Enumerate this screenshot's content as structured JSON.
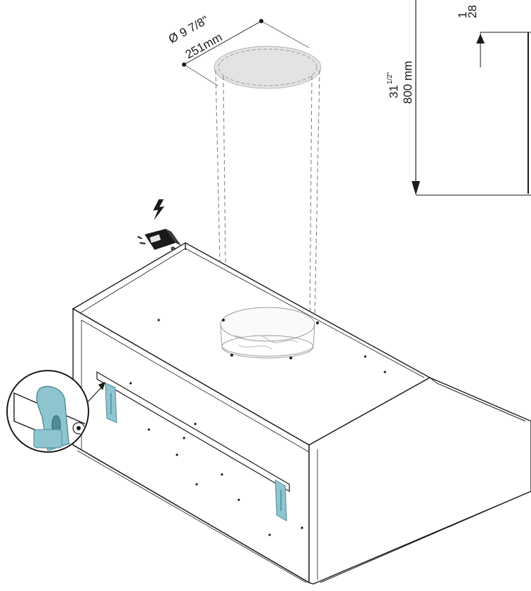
{
  "diameter": {
    "imperial": "Ø 9 7/8\"",
    "metric": "251mm"
  },
  "height": {
    "imperial_whole": "31",
    "imperial_fraction": "1/2\"",
    "metric": "800 mm"
  },
  "cut_dimension": {
    "imperial_partial": "1",
    "metric_partial": "28"
  },
  "colors": {
    "line": "#1a1a1a",
    "duct": "#e3e3e3",
    "bracket": "#8ec5cf",
    "bracket_dark": "#4f8c98"
  },
  "icons": {
    "power": "lightning-bolt-icon",
    "plug": "power-plug-icon",
    "detail": "magnifier-detail-icon"
  }
}
